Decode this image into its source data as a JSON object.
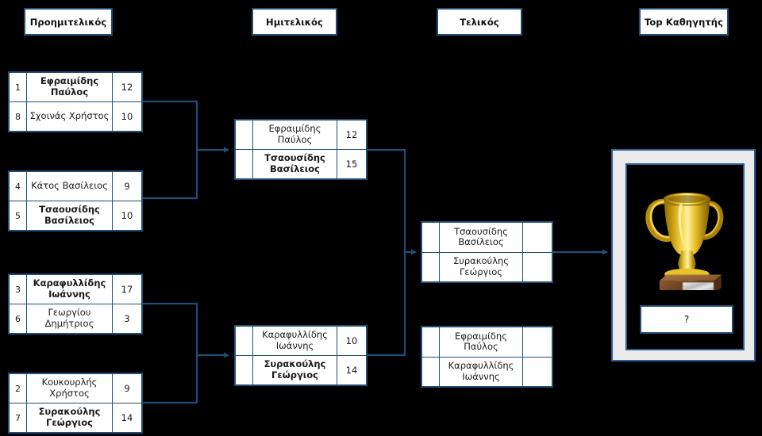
{
  "bracket": {
    "headers": [
      {
        "label": "Προημιτελικός"
      },
      {
        "label": "Ημιτελικός"
      },
      {
        "label": "Τελικός"
      },
      {
        "label": "Top Καθηγητής"
      }
    ],
    "quarterfinals": [
      {
        "top": {
          "seed": "1",
          "name": "Εφραιμίδης Παύλος",
          "score": "12",
          "winner": true
        },
        "bottom": {
          "seed": "8",
          "name": "Σχοινάς Χρήστος",
          "score": "10",
          "winner": false
        }
      },
      {
        "top": {
          "seed": "4",
          "name": "Κάτος Βασίλειος",
          "score": "9",
          "winner": false
        },
        "bottom": {
          "seed": "5",
          "name": "Τσαουσίδης Βασίλειος",
          "score": "10",
          "winner": true
        }
      },
      {
        "top": {
          "seed": "3",
          "name": "Καραφυλλίδης Ιωάννης",
          "score": "17",
          "winner": true
        },
        "bottom": {
          "seed": "6",
          "name": "Γεωργίου Δημήτριος",
          "score": "3",
          "winner": false
        }
      },
      {
        "top": {
          "seed": "2",
          "name": "Κουκουρλής Χρήστος",
          "score": "9",
          "winner": false
        },
        "bottom": {
          "seed": "7",
          "name": "Συρακούλης Γεώργιος",
          "score": "14",
          "winner": true
        }
      }
    ],
    "semifinals": [
      {
        "top": {
          "seed": "",
          "name": "Εφραιμίδης Παύλος",
          "score": "12",
          "winner": false
        },
        "bottom": {
          "seed": "",
          "name": "Τσαουσίδης Βασίλειος",
          "score": "15",
          "winner": true
        }
      },
      {
        "top": {
          "seed": "",
          "name": "Καραφυλλίδης Ιωάννης",
          "score": "10",
          "winner": false
        },
        "bottom": {
          "seed": "",
          "name": "Συρακούλης Γεώργιος",
          "score": "14",
          "winner": true
        }
      }
    ],
    "finals": [
      {
        "top": {
          "seed": "",
          "name": "Τσαουσίδης Βασίλειος",
          "score": "",
          "winner": false
        },
        "bottom": {
          "seed": "",
          "name": "Συρακούλης Γεώργιος",
          "score": "",
          "winner": false
        }
      },
      {
        "top": {
          "seed": "",
          "name": "Εφραιμίδης Παύλος",
          "score": "",
          "winner": false
        },
        "bottom": {
          "seed": "",
          "name": "Καραφυλλίδης Ιωάννης",
          "score": "",
          "winner": false
        }
      }
    ],
    "champion": {
      "label": "?",
      "trophy_icon": "trophy-icon"
    },
    "colors": {
      "background": "#000000",
      "line": "#1f4e79",
      "box_border": "#1f4e79",
      "box_fill": "#ffffff",
      "panel_fill": "#ebebeb",
      "trophy_gold": "#d9a400"
    }
  }
}
